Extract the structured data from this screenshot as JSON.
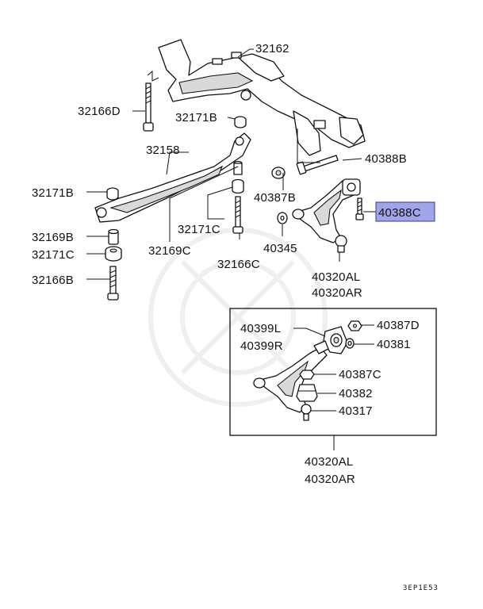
{
  "diagram": {
    "highlight_color": "#9fa5e6",
    "labels": {
      "p32162": "32162",
      "p32166D": "32166D",
      "p32171B_top": "32171B",
      "p32158": "32158",
      "p32171B_left": "32171B",
      "p40388B": "40388B",
      "p40387B": "40387B",
      "p40388C": "40388C",
      "p32171C_mid": "32171C",
      "p32169B": "32169B",
      "p40345": "40345",
      "p32171C_left": "32171C",
      "p32169C": "32169C",
      "p32166C": "32166C",
      "p32166B": "32166B",
      "p40320AL_top": "40320AL",
      "p40320AR_top": "40320AR",
      "p40399L": "40399L",
      "p40387D": "40387D",
      "p40399R": "40399R",
      "p40381": "40381",
      "p40387C": "40387C",
      "p40382": "40382",
      "p40317": "40317",
      "p40320AL_bottom": "40320AL",
      "p40320AR_bottom": "40320AR"
    },
    "code": "3EP1E53"
  }
}
